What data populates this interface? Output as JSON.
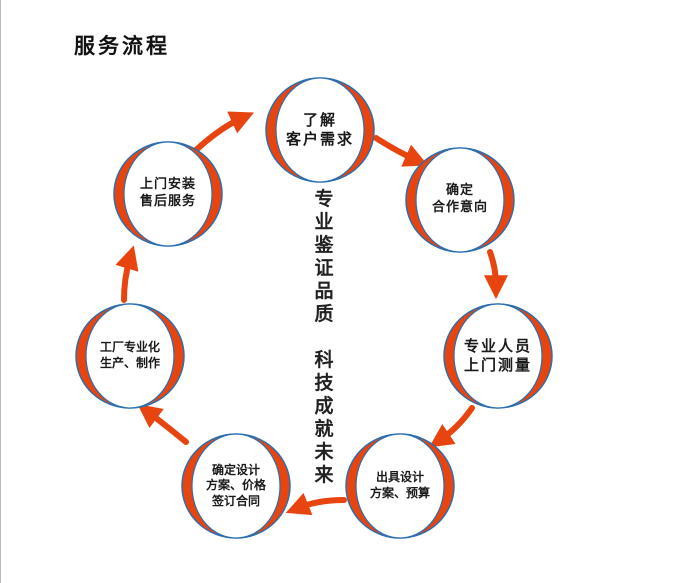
{
  "title": "服务流程",
  "slogan": {
    "line1": "专业鉴证品质",
    "line2": "科技成就未来"
  },
  "colors": {
    "ring_fill": "#e8440f",
    "ring_edge": "#2a6fb0",
    "arrow": "#e8440f",
    "text": "#1a1a1a"
  },
  "steps": [
    {
      "lines": [
        "了解",
        "客户需求"
      ]
    },
    {
      "lines": [
        "确定",
        "合作意向"
      ]
    },
    {
      "lines": [
        "专业人员",
        "上门测量"
      ]
    },
    {
      "lines": [
        "出具设计",
        "方案、预算"
      ]
    },
    {
      "lines": [
        "确定设计",
        "方案、价格",
        "签订合同"
      ]
    },
    {
      "lines": [
        "工厂专业化",
        "生产、制作"
      ]
    },
    {
      "lines": [
        "上门安装",
        "售后服务"
      ]
    }
  ]
}
